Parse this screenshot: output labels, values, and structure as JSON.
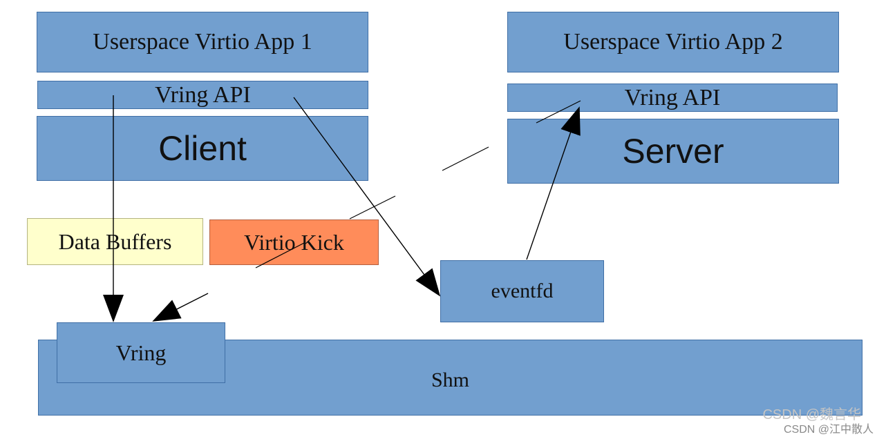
{
  "diagram": {
    "app1_label": "Userspace Virtio App 1",
    "vring_api_1_label": "Vring API",
    "client_label": "Client",
    "app2_label": "Userspace Virtio App 2",
    "vring_api_2_label": "Vring API",
    "server_label": "Server",
    "data_buffers_label": "Data Buffers",
    "virtio_kick_label": "Virtio Kick",
    "eventfd_label": "eventfd",
    "shm_label": "Shm",
    "vring_label": "Vring"
  },
  "watermarks": {
    "line1": "CSDN @魏言华",
    "line2": "CSDN @江中散人"
  },
  "colors": {
    "block_blue": "#729fcf",
    "data_buffers_yellow": "#ffffcc",
    "virtio_kick_orange": "#ff8c5a"
  }
}
